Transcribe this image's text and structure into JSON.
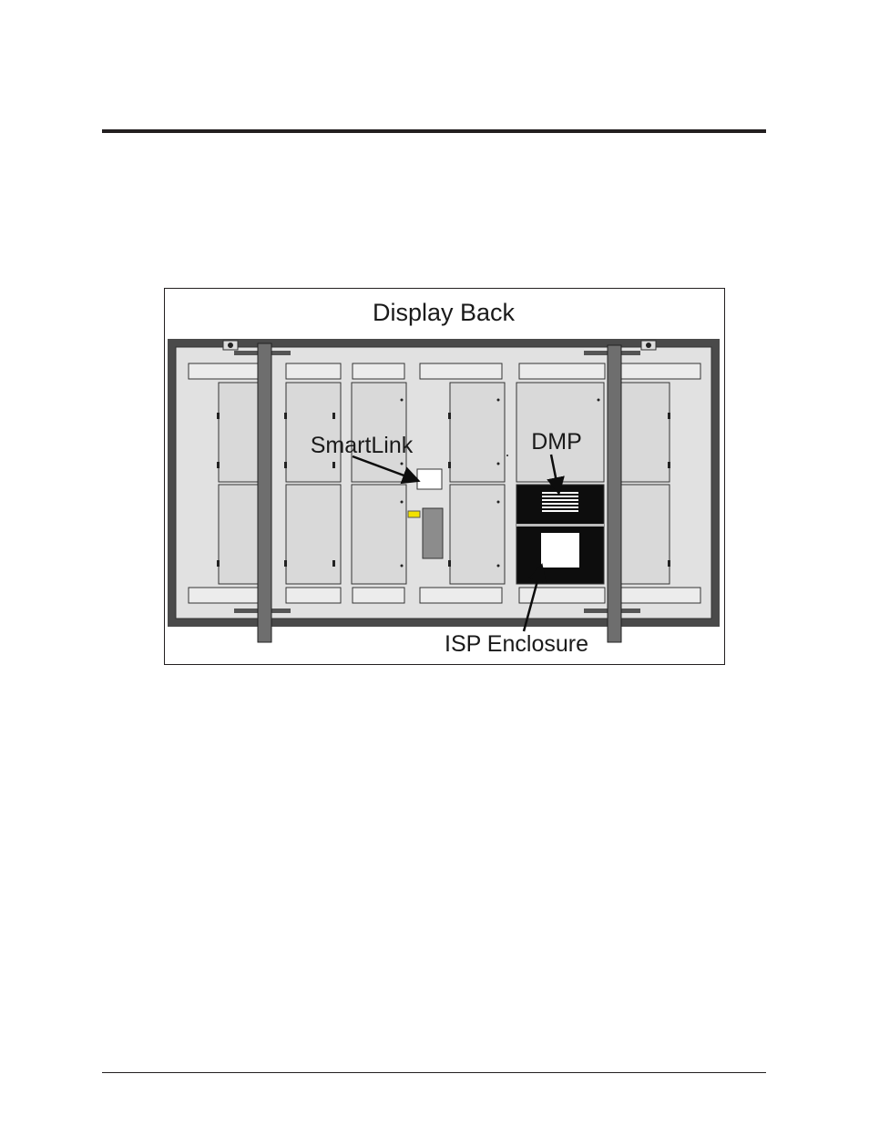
{
  "figure": {
    "title": "Display Back",
    "callouts": {
      "smartlink": "SmartLink",
      "dmp": "DMP",
      "isp_enclosure": "ISP Enclosure"
    }
  },
  "colors": {
    "frame": "#4a4a4a",
    "panel": "#e1e1e1",
    "module": "#d9d9d9",
    "beam": "#6e6e6e",
    "enclosure": "#0d0d0d",
    "indicator": "#f2e200"
  }
}
